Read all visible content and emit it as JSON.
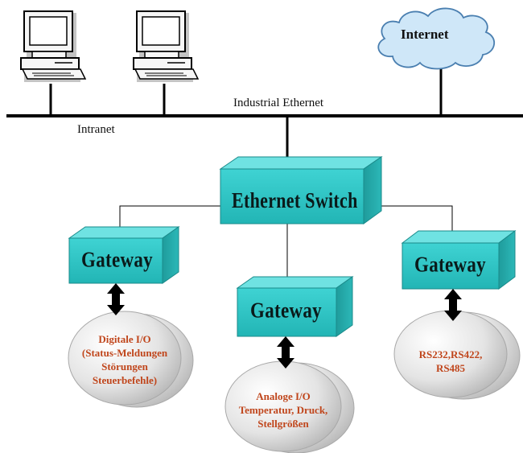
{
  "labels": {
    "industrial_ethernet": "Industrial Ethernet",
    "intranet": "Intranet",
    "internet": "Internet",
    "ethernet_switch": "Ethernet Switch"
  },
  "gateways": [
    {
      "label": "Gateway"
    },
    {
      "label": "Gateway"
    },
    {
      "label": "Gateway"
    }
  ],
  "devices": [
    {
      "lines": [
        "Digitale I/O",
        "(Status-Meldungen",
        "Störungen",
        "Steuerbefehle)"
      ]
    },
    {
      "lines": [
        "Analoge I/O",
        "Temperatur, Druck,",
        "Stellgrößen"
      ]
    },
    {
      "lines": [
        "RS232,RS422,",
        "RS485"
      ]
    }
  ],
  "colors": {
    "box_front": "#33cccc",
    "box_top": "#66e0e0",
    "box_side": "#229999",
    "device_text": "#c0461c",
    "cloud_fill": "#cce6f7",
    "cloud_stroke": "#4a7fb0"
  }
}
